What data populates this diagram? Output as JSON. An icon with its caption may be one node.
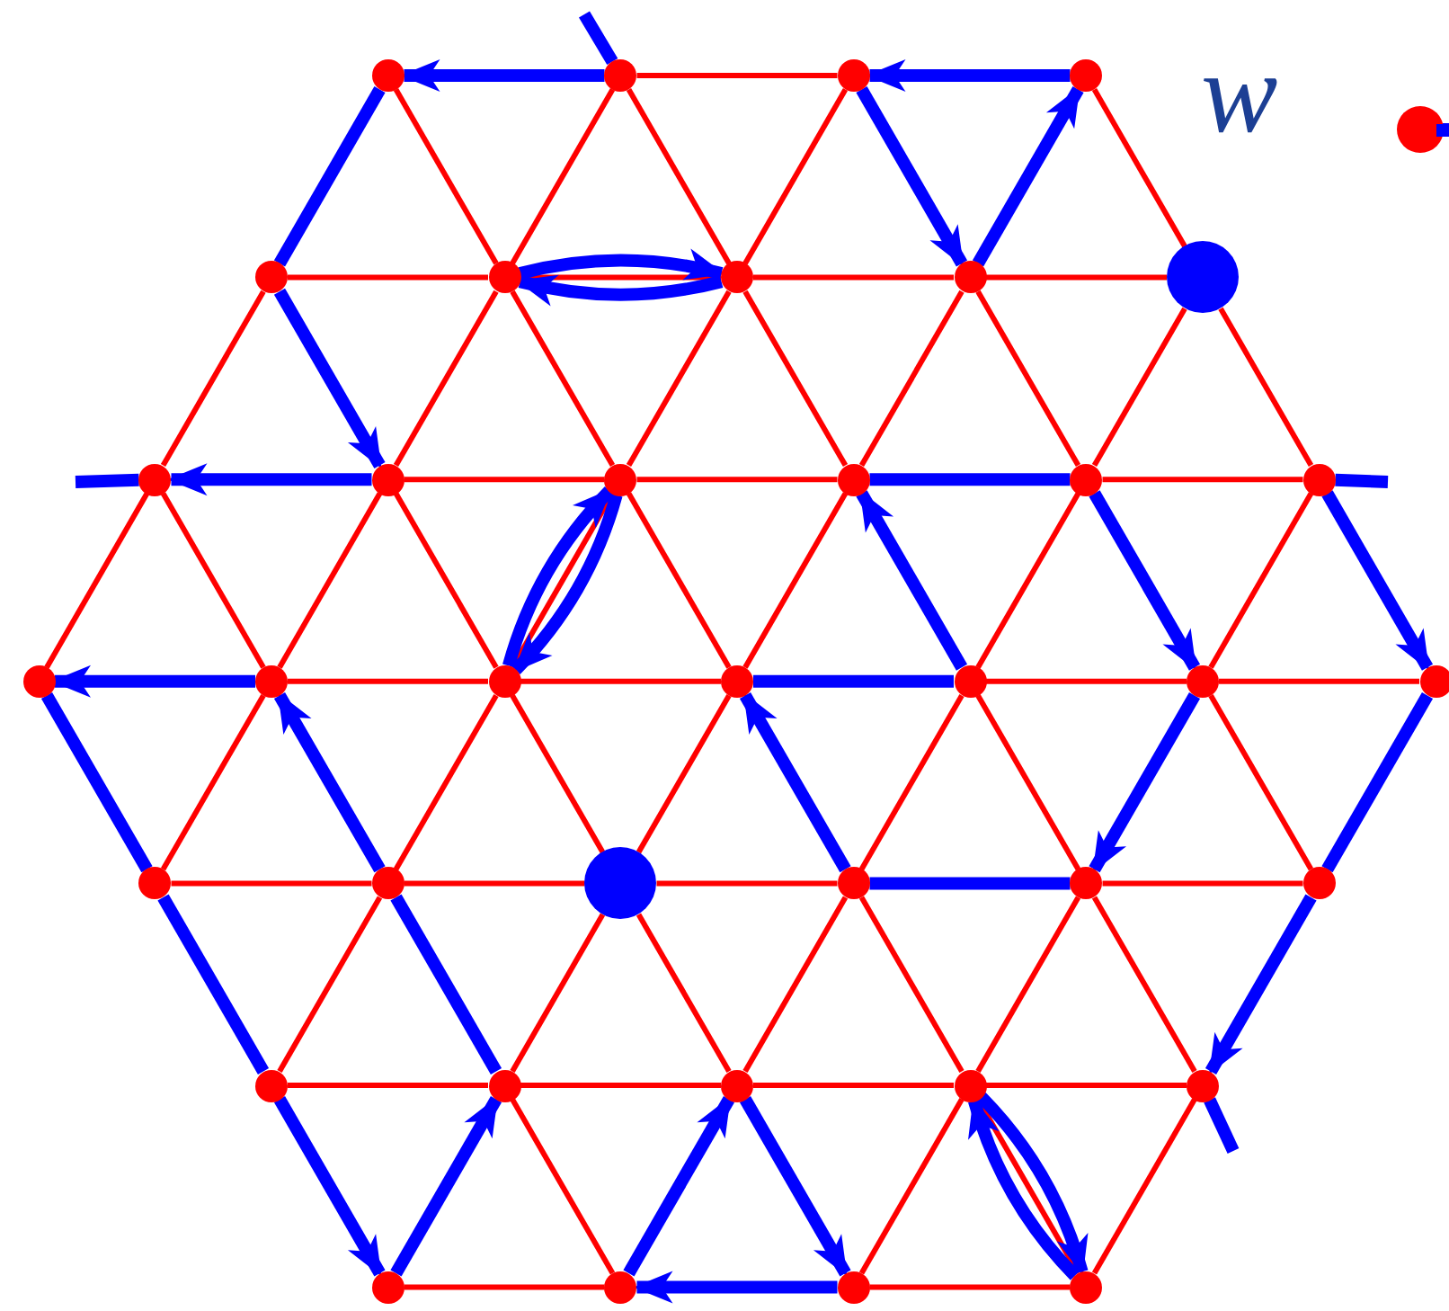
{
  "diagram": {
    "nodes": [
      {
        "text": [],
        "shape": "dot"
      },
      {
        "text": [],
        "shape": "dot"
      },
      {
        "text": [],
        "shape": "dot"
      },
      {
        "text": [],
        "shape": "dot"
      },
      {
        "text": [],
        "shape": "dot"
      },
      {
        "text": [],
        "shape": "dot"
      },
      {
        "text": [],
        "shape": "dot"
      },
      {
        "text": [],
        "shape": "dot"
      },
      {
        "text": [],
        "shape": "disc"
      },
      {
        "text": [],
        "shape": "dot"
      },
      {
        "text": [],
        "shape": "dot"
      },
      {
        "text": [],
        "shape": "dot"
      },
      {
        "text": [],
        "shape": "dot"
      },
      {
        "text": [],
        "shape": "dot"
      },
      {
        "text": [],
        "shape": "dot"
      },
      {
        "text": [],
        "shape": "dot"
      },
      {
        "text": [],
        "shape": "dot"
      },
      {
        "text": [],
        "shape": "dot"
      },
      {
        "text": [],
        "shape": "dot"
      },
      {
        "text": [],
        "shape": "dot"
      },
      {
        "text": [],
        "shape": "dot"
      },
      {
        "text": [],
        "shape": "dot"
      },
      {
        "text": [],
        "shape": "dot"
      },
      {
        "text": [],
        "shape": "dot"
      },
      {
        "text": [],
        "shape": "disc"
      },
      {
        "text": [],
        "shape": "dot"
      },
      {
        "text": [],
        "shape": "dot"
      },
      {
        "text": [],
        "shape": "dot"
      },
      {
        "text": [],
        "shape": "dot"
      },
      {
        "text": [],
        "shape": "dot"
      },
      {
        "text": [],
        "shape": "dot"
      },
      {
        "text": [],
        "shape": "dot"
      },
      {
        "text": [],
        "shape": "dot"
      },
      {
        "text": [],
        "shape": "dot"
      },
      {
        "text": [],
        "shape": "dot"
      },
      {
        "text": [],
        "shape": "dot"
      },
      {
        "text": [],
        "shape": "dot"
      }
    ],
    "edges": [
      {
        "from": 1,
        "to": 2,
        "arrow": "none"
      },
      {
        "from": 4,
        "to": 5,
        "arrow": "none"
      },
      {
        "from": 5,
        "to": 6,
        "arrow": "none"
      },
      {
        "from": 6,
        "to": 7,
        "arrow": "none"
      },
      {
        "from": 7,
        "to": 8,
        "arrow": "none"
      },
      {
        "from": 10,
        "to": 11,
        "arrow": "none"
      },
      {
        "from": 11,
        "to": 12,
        "arrow": "none"
      },
      {
        "from": 13,
        "to": 14,
        "arrow": "none"
      },
      {
        "from": 16,
        "to": 17,
        "arrow": "none"
      },
      {
        "from": 17,
        "to": 18,
        "arrow": "none"
      },
      {
        "from": 19,
        "to": 20,
        "arrow": "none"
      },
      {
        "from": 20,
        "to": 21,
        "arrow": "none"
      },
      {
        "from": 22,
        "to": 23,
        "arrow": "none"
      },
      {
        "from": 23,
        "to": 24,
        "arrow": "none"
      },
      {
        "from": 24,
        "to": 25,
        "arrow": "none"
      },
      {
        "from": 26,
        "to": 27,
        "arrow": "none"
      },
      {
        "from": 28,
        "to": 29,
        "arrow": "none"
      },
      {
        "from": 29,
        "to": 30,
        "arrow": "none"
      },
      {
        "from": 30,
        "to": 31,
        "arrow": "none"
      },
      {
        "from": 31,
        "to": 32,
        "arrow": "none"
      },
      {
        "from": 33,
        "to": 34,
        "arrow": "none"
      },
      {
        "from": 35,
        "to": 36,
        "arrow": "none"
      },
      {
        "from": 0,
        "to": 5,
        "arrow": "none"
      },
      {
        "from": 1,
        "to": 5,
        "arrow": "none"
      },
      {
        "from": 1,
        "to": 6,
        "arrow": "none"
      },
      {
        "from": 2,
        "to": 6,
        "arrow": "none"
      },
      {
        "from": 3,
        "to": 8,
        "arrow": "none"
      },
      {
        "from": 4,
        "to": 9,
        "arrow": "none"
      },
      {
        "from": 5,
        "to": 10,
        "arrow": "none"
      },
      {
        "from": 5,
        "to": 11,
        "arrow": "none"
      },
      {
        "from": 6,
        "to": 11,
        "arrow": "none"
      },
      {
        "from": 6,
        "to": 12,
        "arrow": "none"
      },
      {
        "from": 7,
        "to": 12,
        "arrow": "none"
      },
      {
        "from": 7,
        "to": 13,
        "arrow": "none"
      },
      {
        "from": 8,
        "to": 13,
        "arrow": "none"
      },
      {
        "from": 8,
        "to": 14,
        "arrow": "none"
      },
      {
        "from": 9,
        "to": 15,
        "arrow": "none"
      },
      {
        "from": 9,
        "to": 16,
        "arrow": "none"
      },
      {
        "from": 10,
        "to": 16,
        "arrow": "none"
      },
      {
        "from": 10,
        "to": 17,
        "arrow": "none"
      },
      {
        "from": 11,
        "to": 17,
        "arrow": "none"
      },
      {
        "from": 11,
        "to": 18,
        "arrow": "none"
      },
      {
        "from": 12,
        "to": 18,
        "arrow": "none"
      },
      {
        "from": 13,
        "to": 19,
        "arrow": "none"
      },
      {
        "from": 14,
        "to": 20,
        "arrow": "none"
      },
      {
        "from": 16,
        "to": 22,
        "arrow": "none"
      },
      {
        "from": 17,
        "to": 23,
        "arrow": "none"
      },
      {
        "from": 17,
        "to": 24,
        "arrow": "none"
      },
      {
        "from": 18,
        "to": 24,
        "arrow": "none"
      },
      {
        "from": 19,
        "to": 25,
        "arrow": "none"
      },
      {
        "from": 19,
        "to": 26,
        "arrow": "none"
      },
      {
        "from": 20,
        "to": 27,
        "arrow": "none"
      },
      {
        "from": 23,
        "to": 28,
        "arrow": "none"
      },
      {
        "from": 24,
        "to": 29,
        "arrow": "none"
      },
      {
        "from": 24,
        "to": 30,
        "arrow": "none"
      },
      {
        "from": 25,
        "to": 30,
        "arrow": "none"
      },
      {
        "from": 25,
        "to": 31,
        "arrow": "none"
      },
      {
        "from": 26,
        "to": 31,
        "arrow": "none"
      },
      {
        "from": 26,
        "to": 32,
        "arrow": "none"
      },
      {
        "from": 29,
        "to": 34,
        "arrow": "none"
      },
      {
        "from": 31,
        "to": 35,
        "arrow": "none"
      },
      {
        "from": 31,
        "to": 36,
        "arrow": "none"
      },
      {
        "from": 32,
        "to": 36,
        "arrow": "none"
      },
      {
        "from": null,
        "to": 1,
        "arrow": "none",
        "style": "thick",
        "color": "#0000ff"
      },
      {
        "from": 1,
        "to": 0,
        "arrow": "to",
        "style": "thick",
        "color": "#0000ff"
      },
      {
        "from": 0,
        "to": 4,
        "arrow": "none",
        "style": "thick",
        "color": "#0000ff"
      },
      {
        "from": 4,
        "to": 10,
        "arrow": "to",
        "style": "thick",
        "color": "#0000ff"
      },
      {
        "from": 10,
        "to": 9,
        "arrow": "to",
        "style": "thick",
        "color": "#0000ff"
      },
      {
        "from": 9,
        "to": null,
        "arrow": "none",
        "style": "thick",
        "color": "#0000ff"
      },
      {
        "from": 3,
        "to": 2,
        "arrow": "to",
        "style": "thick",
        "color": "#0000ff"
      },
      {
        "from": 2,
        "to": 7,
        "arrow": "to",
        "style": "thick",
        "color": "#0000ff"
      },
      {
        "from": 7,
        "to": 3,
        "arrow": "to",
        "style": "thick",
        "color": "#0000ff"
      },
      {
        "from": 5,
        "to": 6,
        "arrow": "to",
        "style": "thick",
        "color": "#0000ff"
      },
      {
        "from": 6,
        "to": 5,
        "arrow": "to",
        "style": "thick",
        "color": "#0000ff"
      },
      {
        "from": 11,
        "to": 17,
        "arrow": "to",
        "style": "thick",
        "color": "#0000ff"
      },
      {
        "from": 17,
        "to": 11,
        "arrow": "to",
        "style": "thick",
        "color": "#0000ff"
      },
      {
        "from": null,
        "to": 14,
        "arrow": "none",
        "style": "thick",
        "color": "#0000ff"
      },
      {
        "from": 14,
        "to": 21,
        "arrow": "to",
        "style": "thick",
        "color": "#0000ff"
      },
      {
        "from": 21,
        "to": 27,
        "arrow": "none",
        "style": "thick",
        "color": "#0000ff"
      },
      {
        "from": 27,
        "to": 32,
        "arrow": "to",
        "style": "thick",
        "color": "#0000ff"
      },
      {
        "from": 32,
        "to": null,
        "arrow": "none",
        "style": "thick",
        "color": "#0000ff"
      },
      {
        "from": 12,
        "to": 13,
        "arrow": "none",
        "style": "thick",
        "color": "#0000ff"
      },
      {
        "from": 13,
        "to": 20,
        "arrow": "to",
        "style": "thick",
        "color": "#0000ff"
      },
      {
        "from": 20,
        "to": 26,
        "arrow": "to",
        "style": "thick",
        "color": "#0000ff"
      },
      {
        "from": 26,
        "to": 25,
        "arrow": "none",
        "style": "thick",
        "color": "#0000ff"
      },
      {
        "from": 25,
        "to": 18,
        "arrow": "to",
        "style": "thick",
        "color": "#0000ff"
      },
      {
        "from": 18,
        "to": 19,
        "arrow": "none",
        "style": "thick",
        "color": "#0000ff"
      },
      {
        "from": 19,
        "to": 12,
        "arrow": "to",
        "style": "thick",
        "color": "#0000ff"
      },
      {
        "from": 16,
        "to": 15,
        "arrow": "to",
        "style": "thick",
        "color": "#0000ff"
      },
      {
        "from": 15,
        "to": 22,
        "arrow": "none",
        "style": "thick",
        "color": "#0000ff"
      },
      {
        "from": 22,
        "to": 28,
        "arrow": "none",
        "style": "thick",
        "color": "#0000ff"
      },
      {
        "from": 28,
        "to": 33,
        "arrow": "to",
        "style": "thick",
        "color": "#0000ff"
      },
      {
        "from": 33,
        "to": 29,
        "arrow": "to",
        "style": "thick",
        "color": "#0000ff"
      },
      {
        "from": 29,
        "to": 23,
        "arrow": "none",
        "style": "thick",
        "color": "#0000ff"
      },
      {
        "from": 23,
        "to": 16,
        "arrow": "to",
        "style": "thick",
        "color": "#0000ff"
      },
      {
        "from": 35,
        "to": 34,
        "arrow": "to",
        "style": "thick",
        "color": "#0000ff"
      },
      {
        "from": 34,
        "to": 30,
        "arrow": "to",
        "style": "thick",
        "color": "#0000ff"
      },
      {
        "from": 30,
        "to": 35,
        "arrow": "to",
        "style": "thick",
        "color": "#0000ff"
      },
      {
        "from": 31,
        "to": 36,
        "arrow": "to",
        "style": "thick",
        "color": "#0000ff"
      },
      {
        "from": 36,
        "to": 31,
        "arrow": "to",
        "style": "thick",
        "color": "#0000ff"
      }
    ],
    "legend": [
      {
        "text": "w"
      }
    ]
  }
}
